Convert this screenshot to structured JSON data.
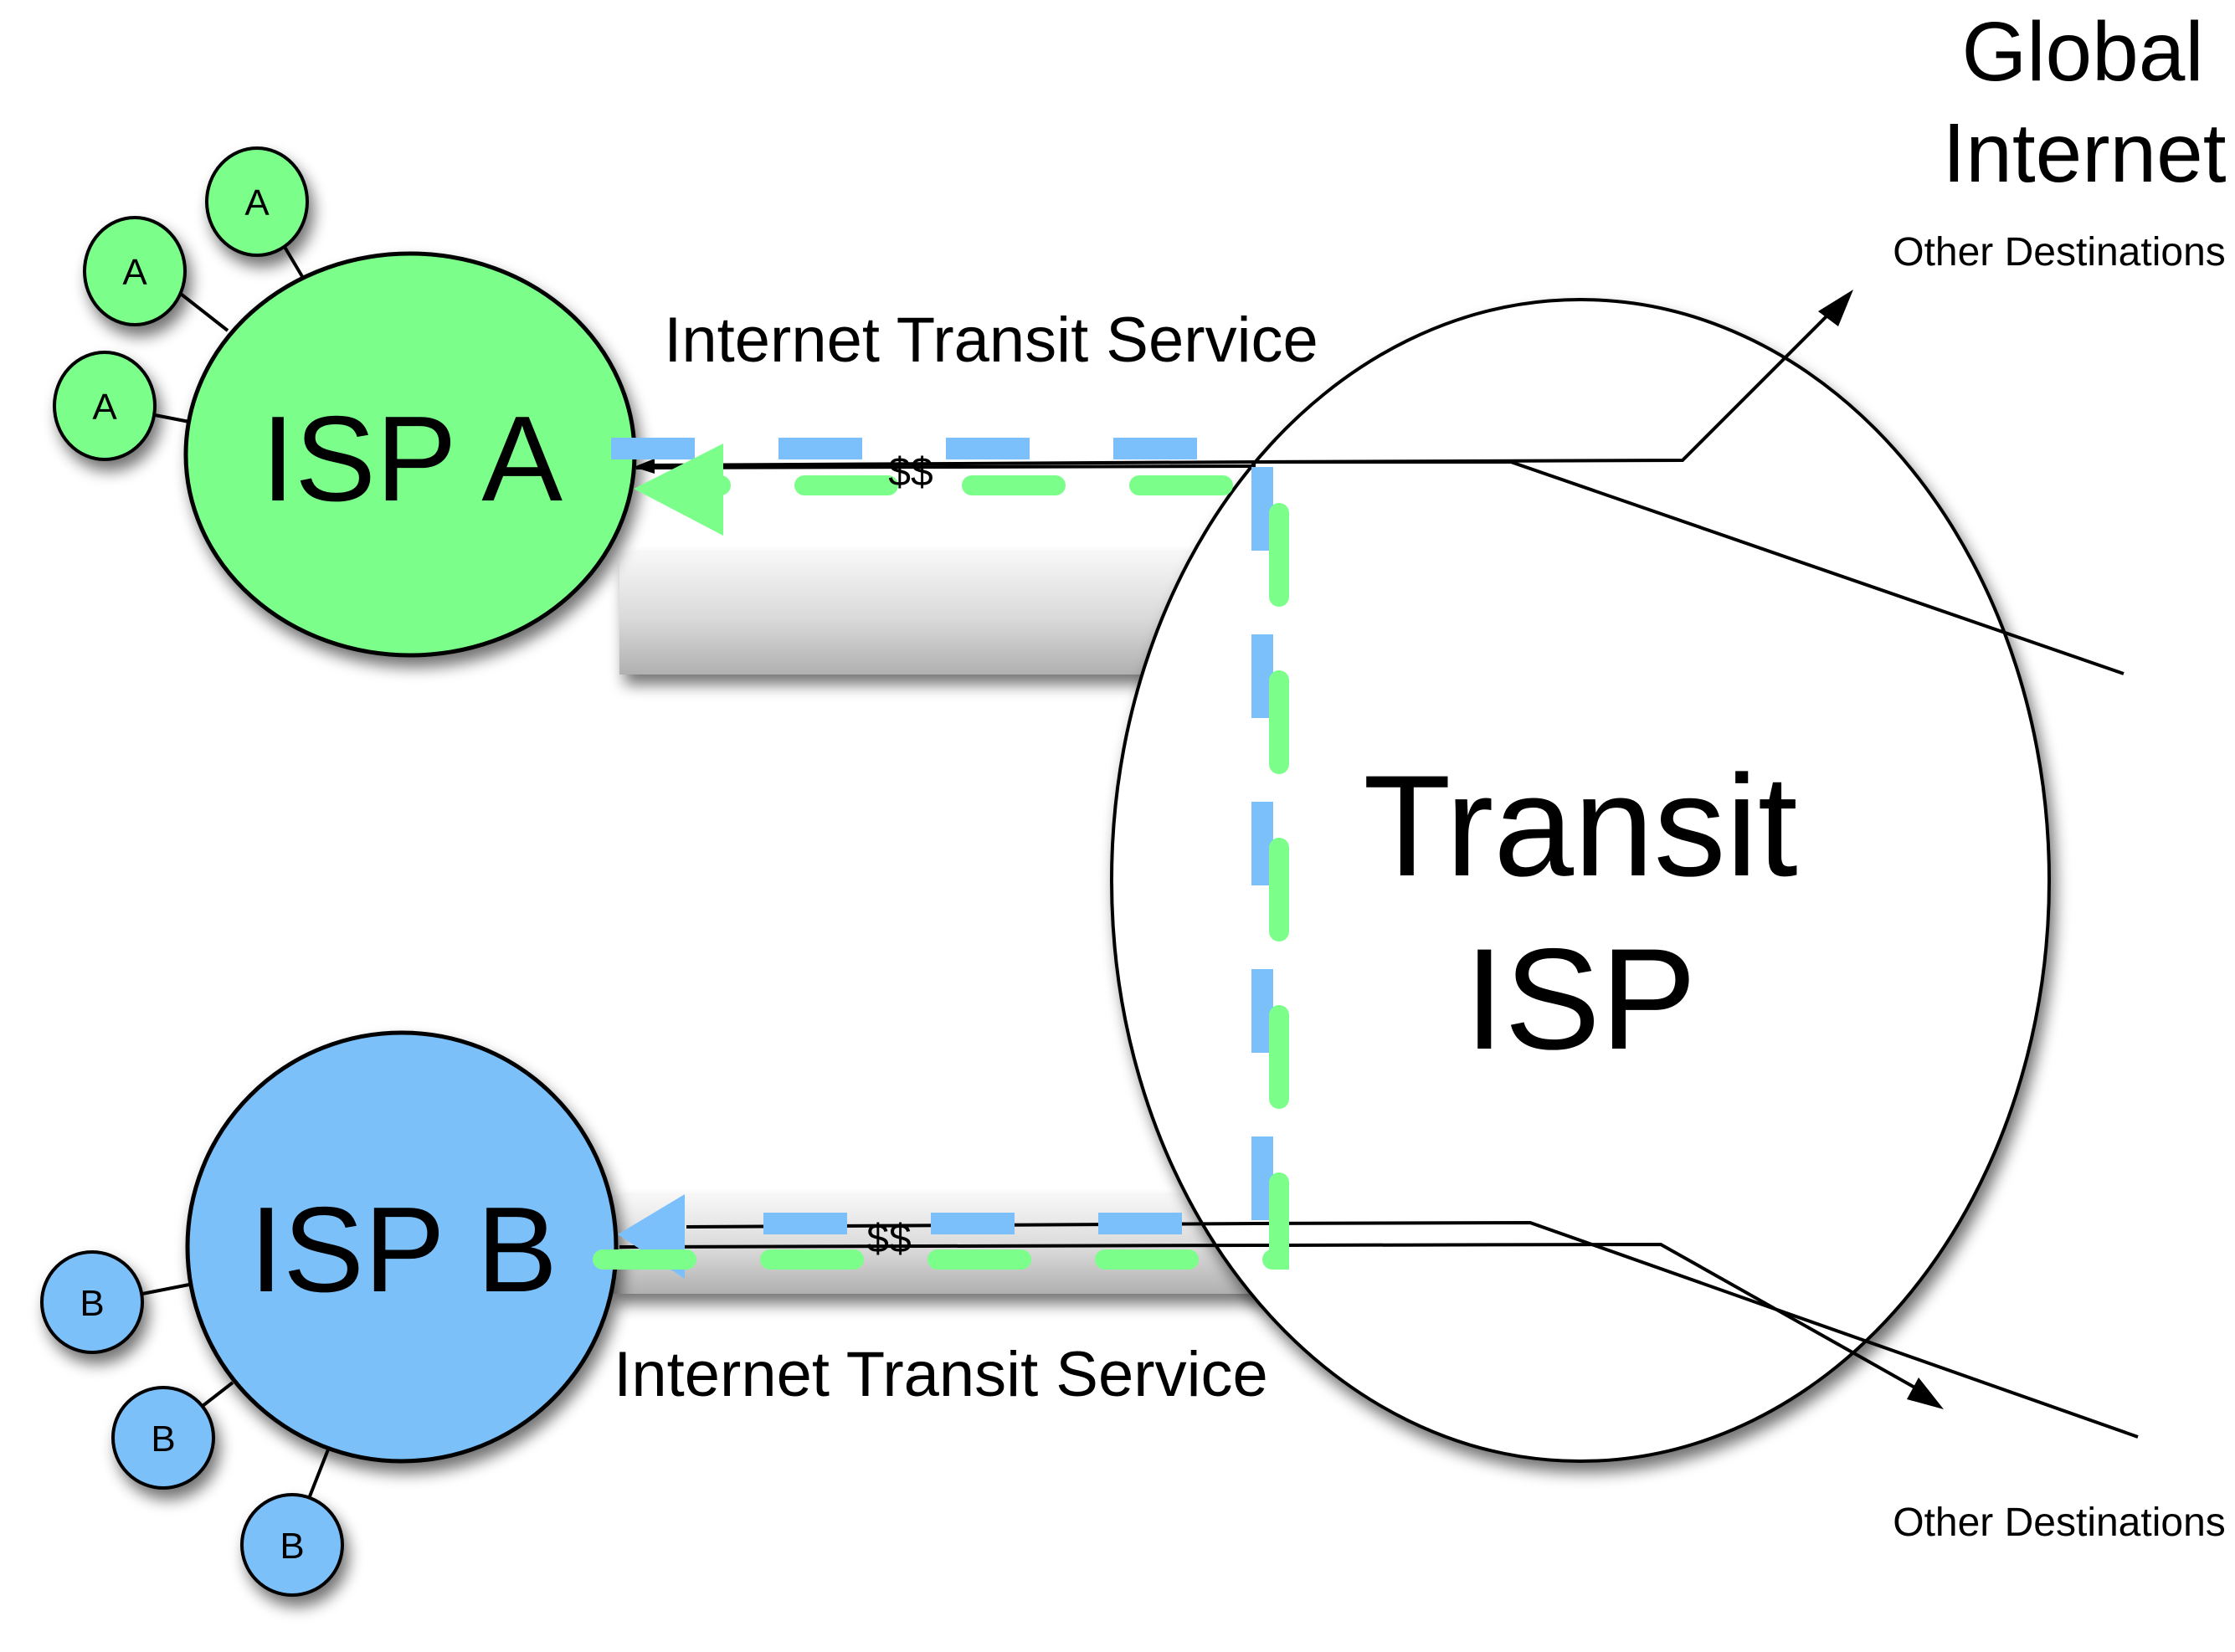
{
  "diagram": {
    "title": "Internet transit service between ISPs",
    "colors": {
      "isp_a": "#7bff8a",
      "isp_b": "#7bc0fa",
      "transit": "#ffffff",
      "outline": "#000000",
      "pipe": "#d8d8d8"
    },
    "global_internet": {
      "line1": "Global",
      "line2": "Internet"
    },
    "destinations": {
      "top": "Other Destinations",
      "bottom": "Other Destinations"
    },
    "isp_a": {
      "label": "ISP A",
      "customer_label": "A",
      "customers": [
        "A",
        "A",
        "A"
      ]
    },
    "isp_b": {
      "label": "ISP B",
      "customer_label": "B",
      "customers": [
        "B",
        "B",
        "B"
      ]
    },
    "transit_isp": {
      "line1": "Transit",
      "line2": "ISP"
    },
    "links": {
      "top": {
        "label": "Internet Transit Service",
        "payment": "$$"
      },
      "bottom": {
        "label": "Internet Transit Service",
        "payment": "$$"
      }
    }
  }
}
